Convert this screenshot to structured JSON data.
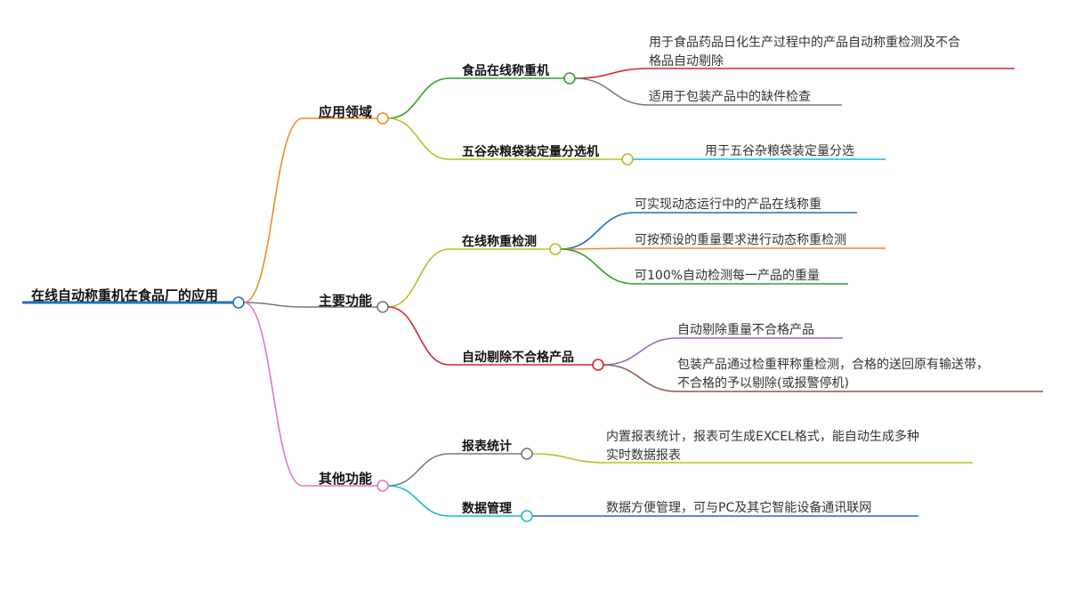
{
  "root": {
    "label": "在线自动称重机在食品厂的应用",
    "color": "#1f6fb8"
  },
  "branches": [
    {
      "label": "应用领域",
      "color": "#f08a24",
      "children": [
        {
          "label": "食品在线称重机",
          "color": "#33a02c",
          "leaves": [
            {
              "lines": [
                "用于食品药品日化生产过程中的产品自动称重检测及不合",
                "格品自动剔除"
              ],
              "color": "#d62728"
            },
            {
              "lines": [
                "适用于包装产品中的缺件检查"
              ],
              "color": "#777777"
            }
          ]
        },
        {
          "label": "五谷杂粮袋装定量分选机",
          "color": "#bcbd22",
          "leaves": [
            {
              "lines": [
                "用于五谷杂粮袋装定量分选"
              ],
              "color": "#17becf"
            }
          ]
        }
      ]
    },
    {
      "label": "主要功能",
      "color": "#777777",
      "children": [
        {
          "label": "在线称重检测",
          "color": "#bcbd22",
          "leaves": [
            {
              "lines": [
                "可实现动态运行中的产品在线称重"
              ],
              "color": "#1f6fb8"
            },
            {
              "lines": [
                "可按预设的重量要求进行动态称重检测"
              ],
              "color": "#f08a24"
            },
            {
              "lines": [
                "可100%自动检测每一产品的重量"
              ],
              "color": "#33a02c"
            }
          ]
        },
        {
          "label": "自动剔除不合格产品",
          "color": "#d62728",
          "leaves": [
            {
              "lines": [
                "自动剔除重量不合格产品"
              ],
              "color": "#9467bd"
            },
            {
              "lines": [
                "包装产品通过检重秤称重检测，合格的送回原有输送带，",
                "不合格的予以剔除(或报警停机)"
              ],
              "color": "#8c564b"
            }
          ]
        }
      ]
    },
    {
      "label": "其他功能",
      "color": "#e377c2",
      "children": [
        {
          "label": "报表统计",
          "color": "#777777",
          "leaves": [
            {
              "lines": [
                "内置报表统计，报表可生成EXCEL格式，能自动生成多种",
                "实时数据报表"
              ],
              "color": "#bcbd22"
            }
          ]
        },
        {
          "label": "数据管理",
          "color": "#17becf",
          "leaves": [
            {
              "lines": [
                "数据方便管理，可与PC及其它智能设备通讯联网"
              ],
              "color": "#1f6fb8"
            }
          ]
        }
      ]
    }
  ]
}
